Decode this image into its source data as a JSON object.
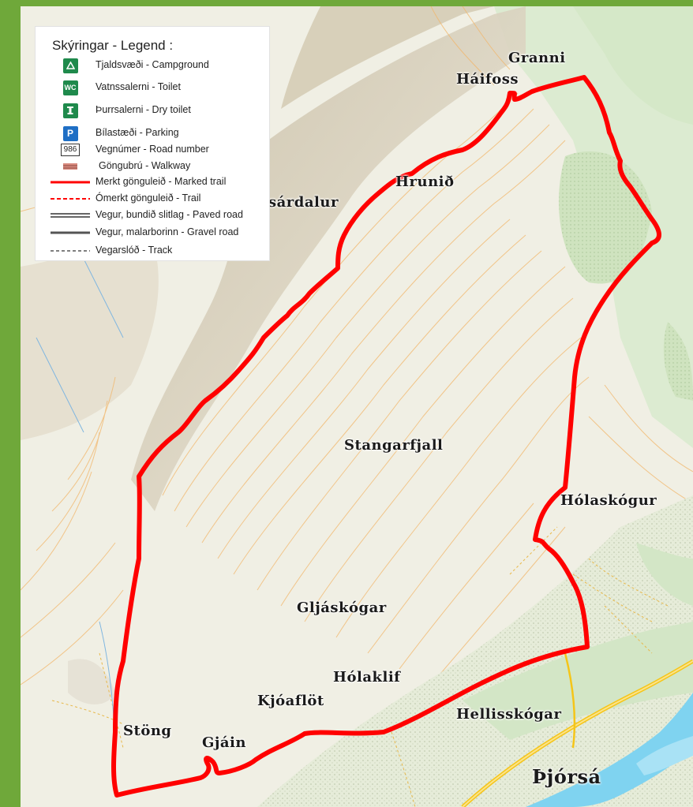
{
  "legend": {
    "title": "Skýringar - Legend :",
    "items": [
      {
        "label": "Tjaldsvæði - Campground",
        "icon": "campground-icon"
      },
      {
        "label": "Vatnssalerni - Toilet",
        "icon": "toilet-icon",
        "glyph": "WC"
      },
      {
        "label": "Þurrsalerni - Dry toilet",
        "icon": "dry-toilet-icon"
      },
      {
        "label": "Bílastæði - Parking",
        "icon": "parking-icon",
        "glyph": "P"
      },
      {
        "label": "Vegnúmer - Road number",
        "icon": "road-number-icon",
        "glyph": "986"
      },
      {
        "label": "Göngubrú - Walkway",
        "icon": "walkway-icon"
      },
      {
        "label": "Merkt gönguleið - Marked trail",
        "icon": "marked-trail-icon"
      },
      {
        "label": "Ómerkt gönguleið - Trail",
        "icon": "unmarked-trail-icon"
      },
      {
        "label": "Vegur, bundið slitlag - Paved road",
        "icon": "paved-road-icon"
      },
      {
        "label": "Vegur, malarborinn - Gravel road",
        "icon": "gravel-road-icon"
      },
      {
        "label": "Vegarslóð - Track",
        "icon": "track-icon"
      }
    ]
  },
  "places": {
    "granni": "Granni",
    "haifoss": "Háifoss",
    "hrunid": "Hrunið",
    "sardalur": "sárdalur",
    "stangarfjall": "Stangarfjall",
    "holaskogur": "Hólaskógur",
    "gljaskogar": "Gljáskógar",
    "holaklif": "Hólaklif",
    "kjoaflot": "Kjóaflöt",
    "hellisskogar": "Hellisskógar",
    "stong": "Stöng",
    "gjain": "Gjáin",
    "thjorsa": "Þjórsá"
  },
  "colors": {
    "frame": "#6fa83a",
    "trail": "#ff0000",
    "river": "#7fd3f0",
    "road": "#f5c518",
    "contour": "#f2b66a",
    "forest": "#cfe3bf"
  }
}
